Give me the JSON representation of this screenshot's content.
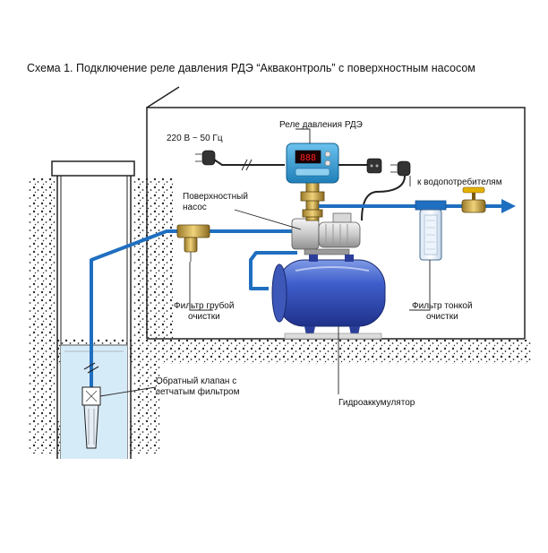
{
  "title": "Схема 1. Подключение реле давления РДЭ “Акваконтроль” с поверхностным насосом",
  "labels": {
    "voltage": "220 В ~ 50 Гц",
    "relay": "Реле давления РДЭ",
    "consumers": "к водопотребителям",
    "pump_line1": "Поверхностный",
    "pump_line2": "насос",
    "coarse_line1": "Фильтр грубой",
    "coarse_line2": "очистки",
    "fine_line1": "Фильтр тонкой",
    "fine_line2": "очистки",
    "valve_line1": "Обратный клапан с",
    "valve_line2": "сетчатым фильтром",
    "accumulator": "Гидроаккумулятор"
  },
  "relay_display": "888",
  "colors": {
    "pipe": "#1f6fc0",
    "tank": "#2f4fb5",
    "relay_body": "#3aa0d8",
    "display": "#d40000",
    "soil": "#2a2a2a",
    "water": "#8fc6e8"
  },
  "icons": [
    "power-plug-icon",
    "power-socket-icon",
    "pressure-gauge-icon",
    "ball-valve-icon",
    "flow-arrow-icon"
  ]
}
